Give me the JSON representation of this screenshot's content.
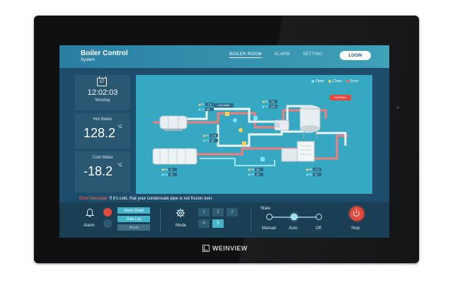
{
  "app": {
    "title_line1": "Boiler Control",
    "title_line2": "System"
  },
  "nav": {
    "items": [
      {
        "label": "BOILER ROOM",
        "active": true
      },
      {
        "label": "ALARM",
        "active": false
      },
      {
        "label": "SETTING",
        "active": false
      }
    ],
    "login_label": "LOGIN"
  },
  "info": {
    "date_day": "17",
    "time": "12:02:03",
    "weekday": "Monday",
    "hot_water_label": "Hot Water",
    "hot_water_value": "128.2",
    "hot_water_unit": "°C",
    "cold_water_label": "Cold Water",
    "cold_water_value": "-18.2",
    "cold_water_unit": "°C"
  },
  "legend": [
    {
      "label": "Open",
      "color": "#7fe0ff"
    },
    {
      "label": "Close",
      "color": "#f7d35b"
    },
    {
      "label": "Error",
      "color": "#ff6a5a"
    }
  ],
  "diagram": {
    "hot_boiler_label": "Hot Boiler",
    "cold_water_tag": "Cold Water",
    "sensors": [
      {
        "p": "P1",
        "pv": "-7.5",
        "t": "T1",
        "tv": "35"
      },
      {
        "p": "P2",
        "pv": "-91",
        "t": "T2",
        "tv": "100"
      },
      {
        "p": "P3",
        "pv": "-7.5",
        "t": "T3",
        "tv": "15"
      },
      {
        "p": "P4",
        "pv": "-8",
        "t": "T4",
        "tv": "15"
      },
      {
        "p": "P5",
        "pv": "34",
        "t": "T5",
        "tv": "15"
      },
      {
        "p": "P6",
        "pv": "-7.5",
        "t": "T6",
        "tv": "15"
      }
    ]
  },
  "message": {
    "label": "Error Message:",
    "text": "If it's cold, that your condensate pipe is not frozen over."
  },
  "bottom": {
    "alarm_label": "Alarm",
    "alarm_detail": "Alarm Detail",
    "data_log": "Data Log",
    "reset": "Reset",
    "mode_label": "Mode",
    "mode_buttons": [
      "1",
      "2",
      "3",
      "4",
      "5"
    ],
    "mode_active": "5",
    "status_title": "State",
    "status_options": [
      "Manual",
      "Auto",
      "Off"
    ],
    "status_active": "Auto",
    "stop_label": "Stop"
  },
  "device": {
    "brand": "WEINVIEW"
  },
  "colors": {
    "accent": "#44b4c9",
    "hot_pipe": "#f07c7c",
    "cold_pipe": "#eaf5f9",
    "stop": "#e5493c"
  }
}
